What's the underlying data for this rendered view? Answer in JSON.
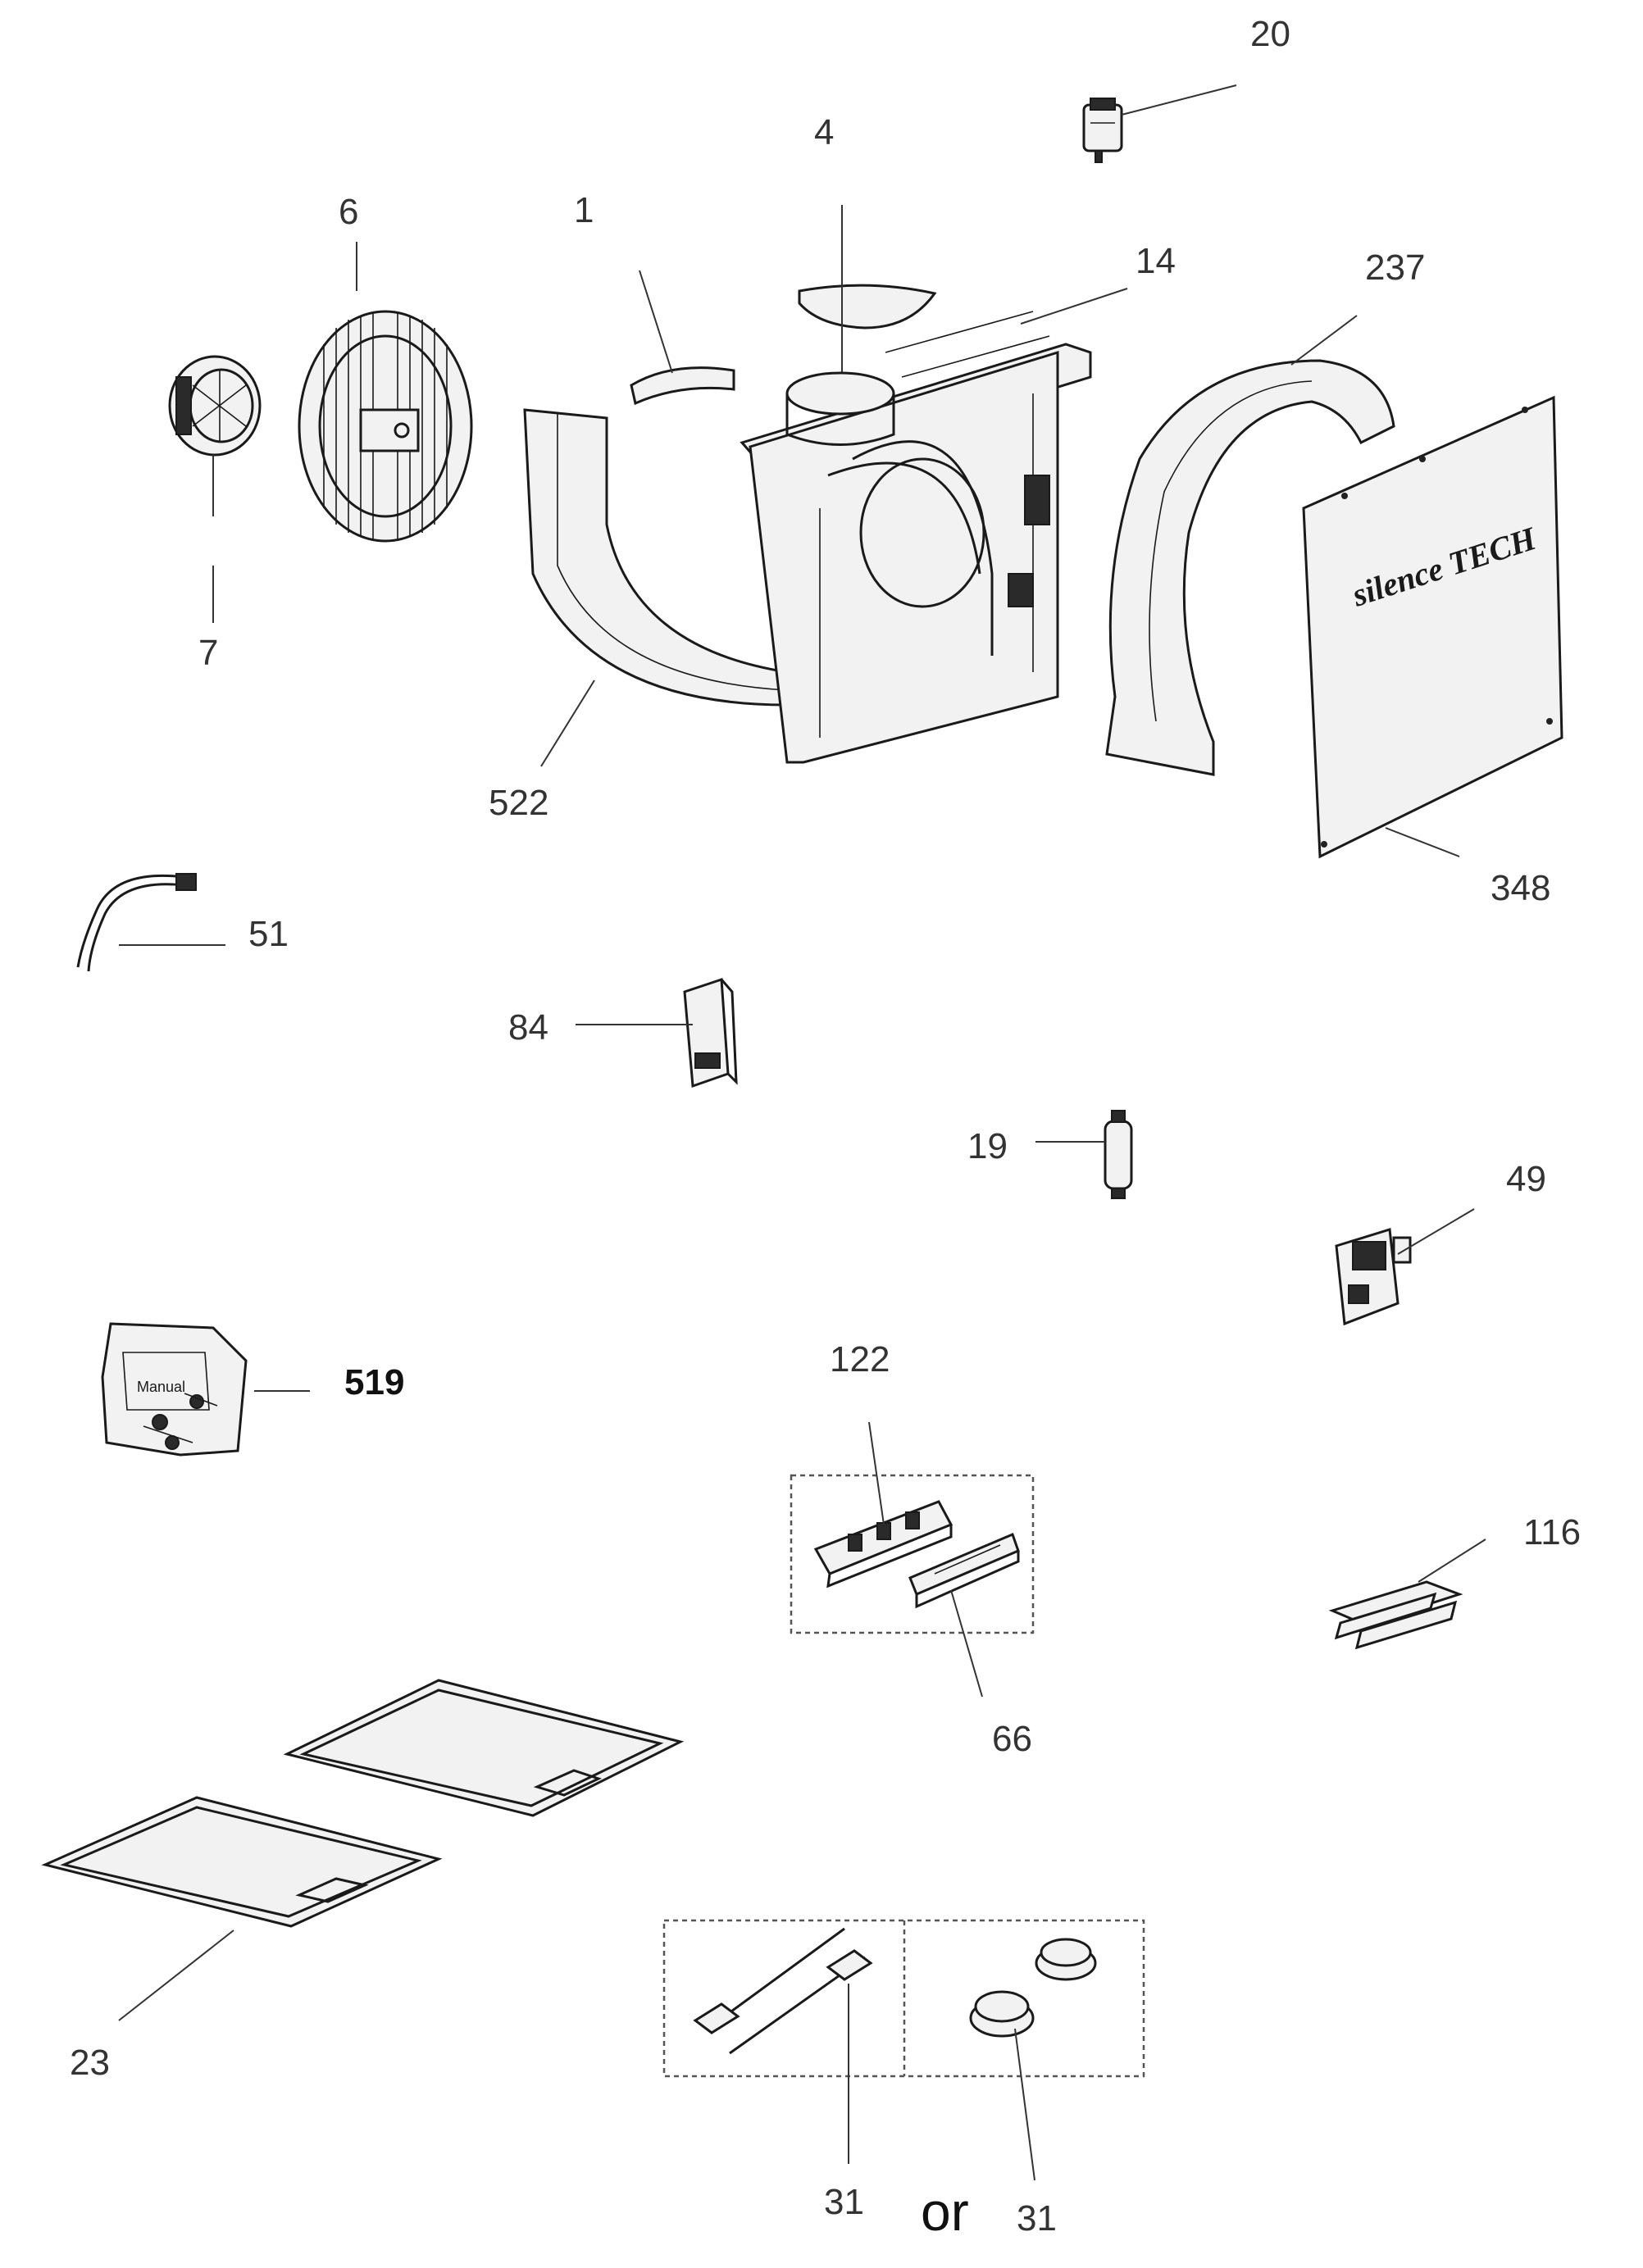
{
  "labels": {
    "p20": "20",
    "p4": "4",
    "p6": "6",
    "p1": "1",
    "p14": "14",
    "p237": "237",
    "p7": "7",
    "p522": "522",
    "p348": "348",
    "p51": "51",
    "p84": "84",
    "p19": "19",
    "p49": "49",
    "p519": "519",
    "p122": "122",
    "p116": "116",
    "p66": "66",
    "p23": "23",
    "p31a": "31",
    "p31b": "31",
    "or": "or"
  },
  "brand_text": "silence TECH",
  "manual_text": "Manual"
}
